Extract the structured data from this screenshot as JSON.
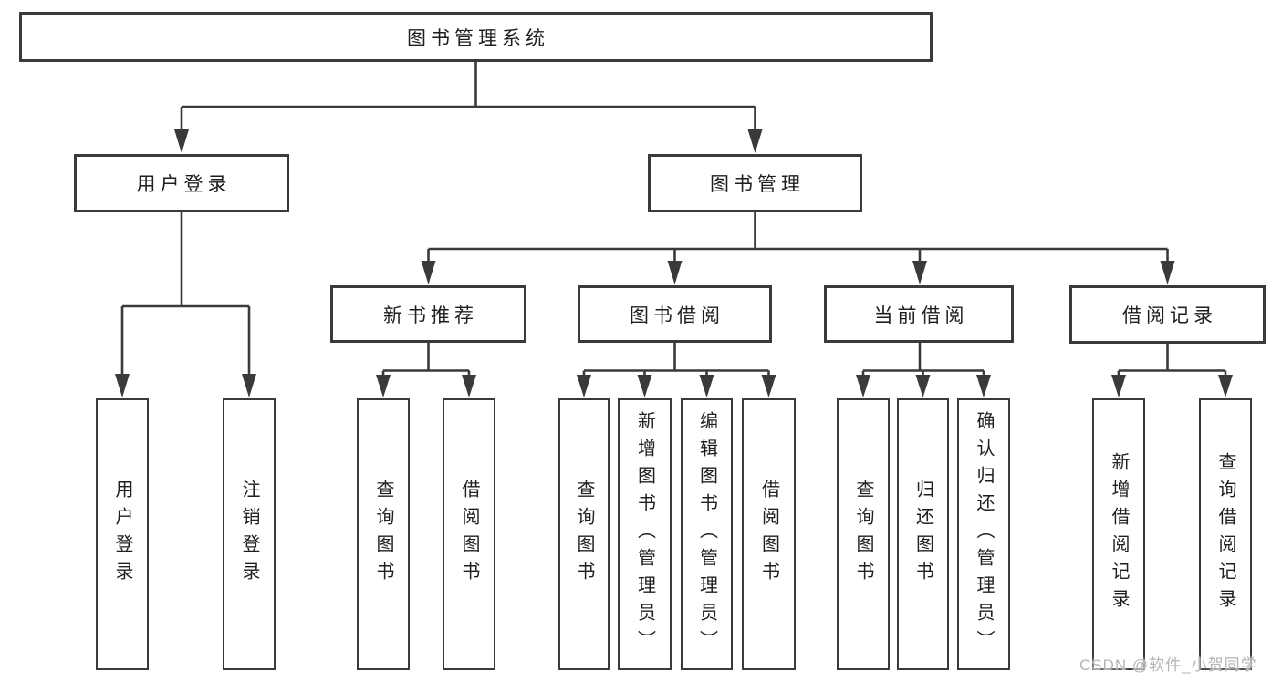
{
  "diagram": {
    "root": {
      "label": "图书管理系统"
    },
    "level2": [
      {
        "label": "用户登录"
      },
      {
        "label": "图书管理"
      }
    ],
    "level3": [
      {
        "label": "新书推荐"
      },
      {
        "label": "图书借阅"
      },
      {
        "label": "当前借阅"
      },
      {
        "label": "借阅记录"
      }
    ],
    "leaves": [
      {
        "label": "用户登录"
      },
      {
        "label": "注销登录"
      },
      {
        "label": "查询图书"
      },
      {
        "label": "借阅图书"
      },
      {
        "label": "查询图书"
      },
      {
        "label": "新增图书（管理员）"
      },
      {
        "label": "编辑图书（管理员）"
      },
      {
        "label": "借阅图书"
      },
      {
        "label": "查询图书"
      },
      {
        "label": "归还图书"
      },
      {
        "label": "确认归还（管理员）"
      },
      {
        "label": "新增借阅记录"
      },
      {
        "label": "查询借阅记录"
      }
    ],
    "watermark": "CSDN @软件_小贺同学",
    "colors": {
      "line": "#3a3a3a",
      "text": "#1f1f1f",
      "background": "#ffffff",
      "watermark": "#b4b4b4"
    }
  }
}
